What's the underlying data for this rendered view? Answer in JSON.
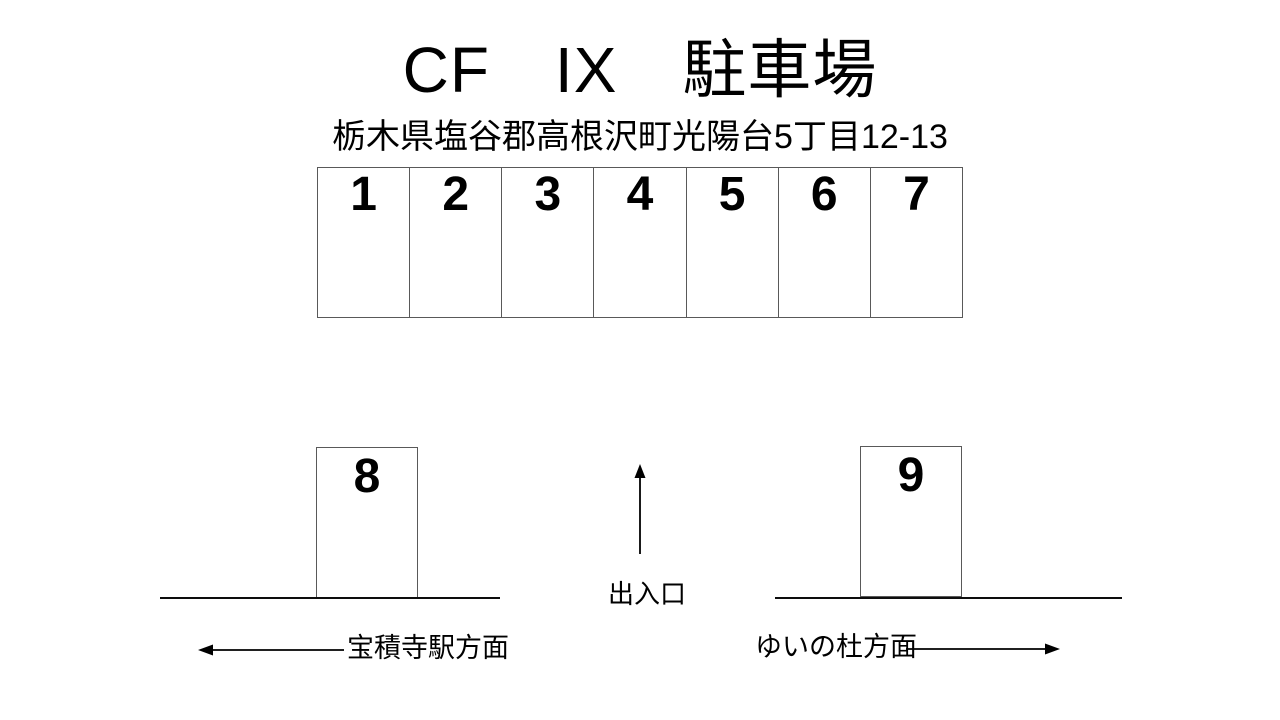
{
  "header": {
    "title": "CF　IX　駐車場",
    "address": "栃木県塩谷郡高根沢町光陽台5丁目12-13"
  },
  "parking_row": {
    "spaces": [
      "1",
      "2",
      "3",
      "4",
      "5",
      "6",
      "7"
    ]
  },
  "lower_section": {
    "space_left": "8",
    "space_right": "9",
    "entrance": {
      "label": "出入口",
      "arrow_icon": "up-arrow"
    }
  },
  "directions": {
    "left": {
      "label": "宝積寺駅方面",
      "arrow_icon": "left-arrow"
    },
    "right": {
      "label": "ゆいの杜方面",
      "arrow_icon": "right-arrow"
    }
  },
  "colors": {
    "background": "#ffffff",
    "box_border": "#595959",
    "line": "#0d0d0d",
    "text": "#000000"
  }
}
